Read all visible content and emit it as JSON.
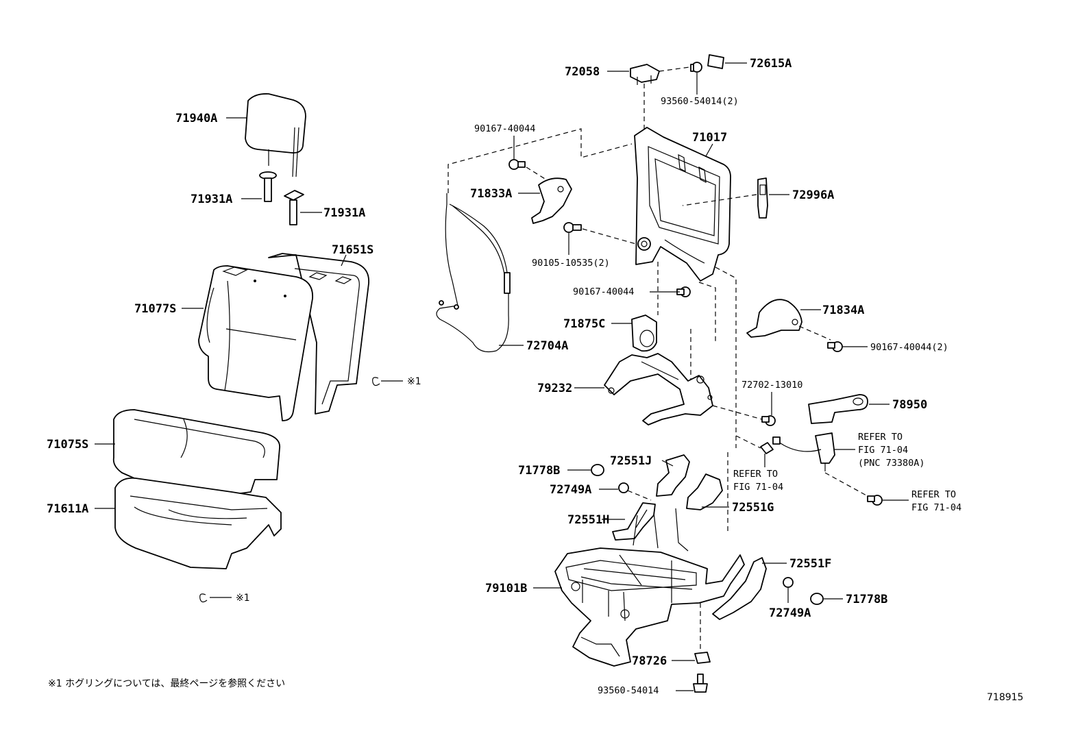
{
  "labels": {
    "p71940A": "71940A",
    "p71931A_1": "71931A",
    "p71931A_2": "71931A",
    "p71651S": "71651S",
    "p71077S": "71077S",
    "p71075S": "71075S",
    "p71611A": "71611A",
    "mark1_a": "※1",
    "mark1_b": "※1",
    "p72058": "72058",
    "p72615A": "72615A",
    "p93560_54014_2": "93560-54014(2)",
    "p71017": "71017",
    "p90167_40044_a": "90167-40044",
    "p71833A": "71833A",
    "p72996A": "72996A",
    "p90105_10535_2": "90105-10535(2)",
    "p90167_40044_b": "90167-40044",
    "p71834A": "71834A",
    "p71875C": "71875C",
    "p90167_40044_2": "90167-40044(2)",
    "p72704A": "72704A",
    "p79232": "79232",
    "p72702_13010": "72702-13010",
    "p78950": "78950",
    "refer1_l1": "REFER TO",
    "refer1_l2": "FIG 71-04",
    "refer1_l3": "(PNC 73380A)",
    "p72551J": "72551J",
    "p71778B_1": "71778B",
    "refer2_l1": "REFER TO",
    "refer2_l2": "FIG 71-04",
    "p72749A_1": "72749A",
    "refer3_l1": "REFER TO",
    "refer3_l2": "FIG 71-04",
    "p72551H": "72551H",
    "p72551G": "72551G",
    "p72551F": "72551F",
    "p79101B": "79101B",
    "p71778B_2": "71778B",
    "p72749A_2": "72749A",
    "p78726": "78726",
    "p93560_54014": "93560-54014",
    "footnote": "※1  ホグリングについては、最終ページを参照ください",
    "figure_number": "718915"
  }
}
